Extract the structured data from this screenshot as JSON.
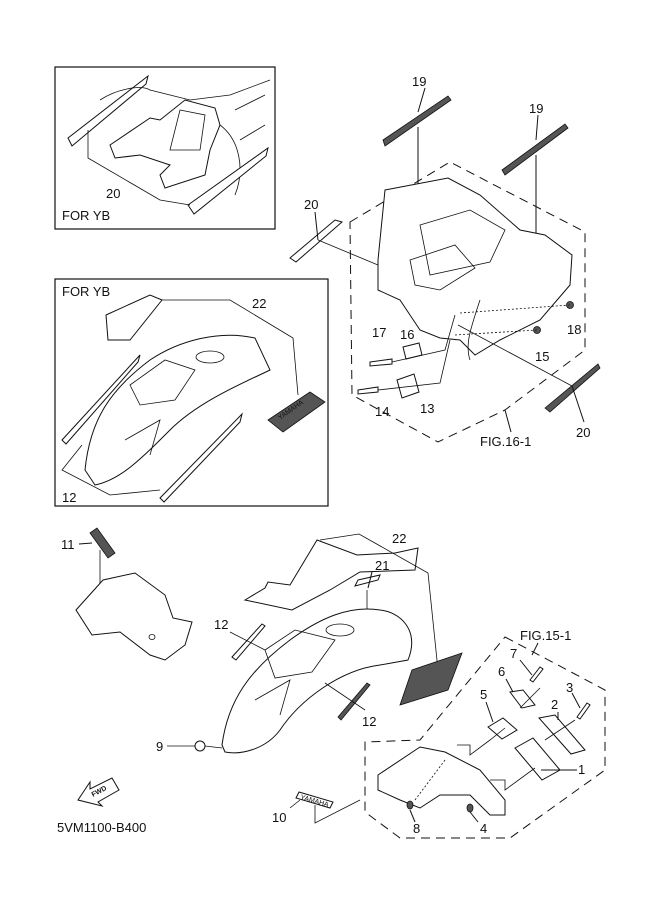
{
  "diagram": {
    "code": "5VM1100-B400",
    "fwd_label": "FWD",
    "brand_text": "YAMAHA",
    "insets": [
      {
        "title": "FOR YB",
        "callouts": [
          "20"
        ]
      },
      {
        "title": "FOR YB",
        "callouts": [
          "22",
          "12"
        ]
      }
    ],
    "figures": [
      {
        "ref": "FIG.16-1"
      },
      {
        "ref": "FIG.15-1"
      }
    ],
    "callouts": {
      "c1": "1",
      "c2": "2",
      "c3": "3",
      "c4": "4",
      "c5": "5",
      "c6": "6",
      "c7": "7",
      "c8": "8",
      "c9": "9",
      "c10": "10",
      "c11": "11",
      "c12a": "12",
      "c12b": "12",
      "c13": "13",
      "c14": "14",
      "c15": "15",
      "c16": "16",
      "c17": "17",
      "c18": "18",
      "c19a": "19",
      "c19b": "19",
      "c20a": "20",
      "c20b": "20",
      "c21": "21",
      "c22": "22"
    }
  }
}
